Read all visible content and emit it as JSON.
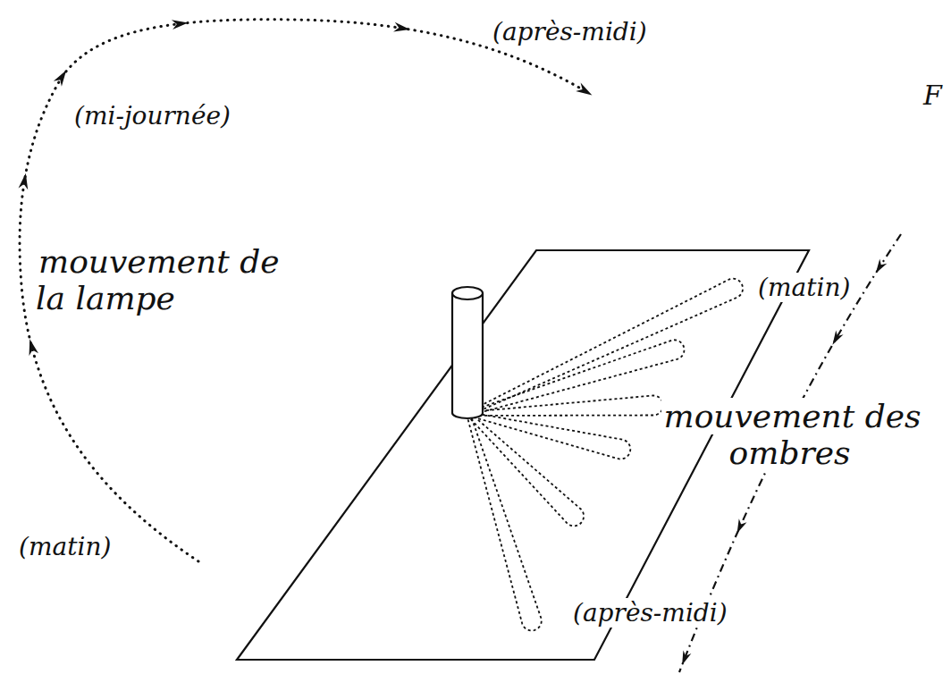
{
  "diagram": {
    "labels": [
      "(après-midi)",
      "(mi-journée)",
      "mouvement de la lampe",
      "(matin)",
      "(matin)",
      "mouvement des ombres",
      "(après-midi)",
      "F"
    ]
  }
}
